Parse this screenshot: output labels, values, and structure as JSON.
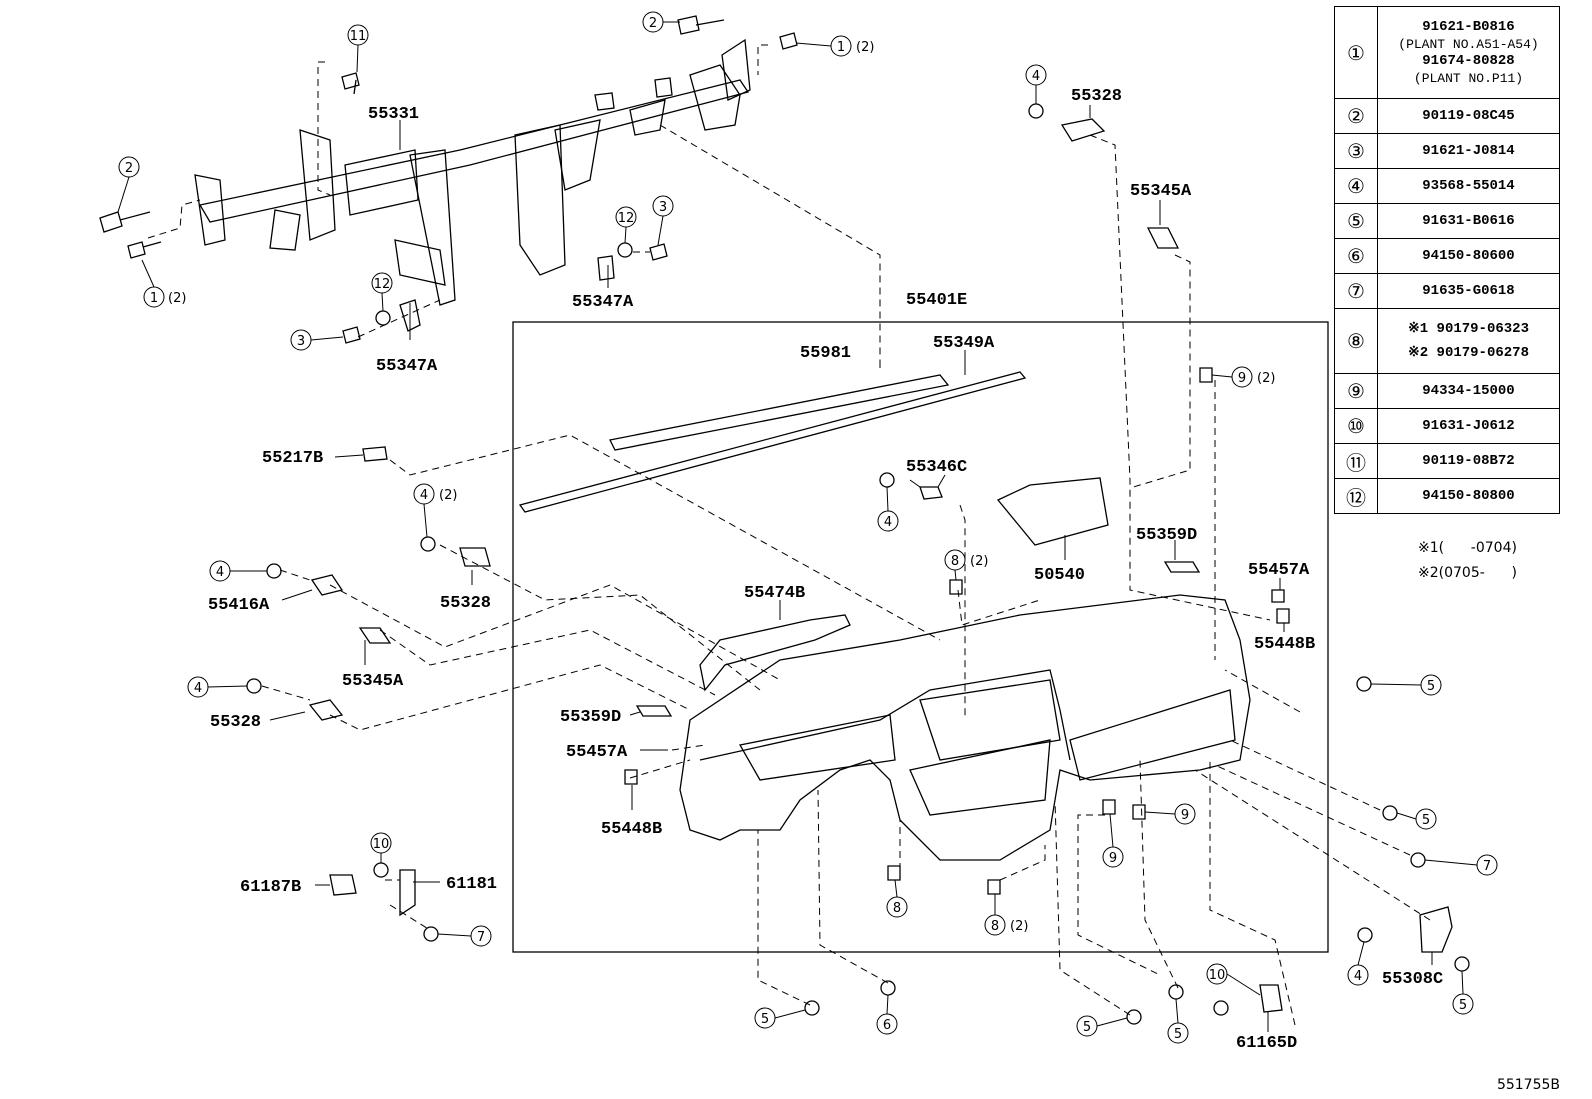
{
  "labels": {
    "l55331": "55331",
    "l55347A_top": "55347A",
    "l55347A_low": "55347A",
    "l55401E": "55401E",
    "l55981": "55981",
    "l55349A": "55349A",
    "l55328_top": "55328",
    "l55345A_top": "55345A",
    "l55217B": "55217B",
    "l55346C": "55346C",
    "l50540": "50540",
    "l55359D_r": "55359D",
    "l55457A_r": "55457A",
    "l55448B_r": "55448B",
    "l55328_mid": "55328",
    "l55416A": "55416A",
    "l55474B": "55474B",
    "l55345A_mid": "55345A",
    "l55328_low": "55328",
    "l55359D_l": "55359D",
    "l55457A_l": "55457A",
    "l55448B_l": "55448B",
    "l61187B": "61187B",
    "l61181": "61181",
    "l55308C": "55308C",
    "l61165D": "61165D"
  },
  "callouts": {
    "c11_top": "11",
    "c2_top": "2",
    "c1_top": "1",
    "c1_top_qty": "(2)",
    "c2_left": "2",
    "c1_left": "1",
    "c1_left_qty": "(2)",
    "c12_a": "12",
    "c3_a": "3",
    "c12_b": "12",
    "c3_b": "3",
    "c4_top": "4",
    "c4_b": "4",
    "c4_b_qty": "(2)",
    "c4_c": "4",
    "c4_d": "4",
    "c4_e": "4",
    "c8_a": "8",
    "c8_a_qty": "(2)",
    "c9_a": "9",
    "c9_a_qty": "(2)",
    "c5_a": "5",
    "c5_b": "5",
    "c7_a": "7",
    "c9_b": "9",
    "c9_c": "9",
    "c8_b": "8",
    "c8_c": "8",
    "c8_c_qty": "(2)",
    "c10_a": "10",
    "c7_b": "7",
    "c4_f": "4",
    "c5_c": "5",
    "c10_b": "10",
    "c5_d": "5",
    "c6_a": "6",
    "c5_e": "5",
    "c5_f": "5"
  },
  "legend": {
    "rows": [
      {
        "key": "①",
        "lines": [
          "91621-B0816",
          "(PLANT NO.A51-A54)",
          "91674-80828",
          "(PLANT NO.P11)"
        ]
      },
      {
        "key": "②",
        "lines": [
          "90119-08C45"
        ]
      },
      {
        "key": "③",
        "lines": [
          "91621-J0814"
        ]
      },
      {
        "key": "④",
        "lines": [
          "93568-55014"
        ]
      },
      {
        "key": "⑤",
        "lines": [
          "91631-B0616"
        ]
      },
      {
        "key": "⑥",
        "lines": [
          "94150-80600"
        ]
      },
      {
        "key": "⑦",
        "lines": [
          "91635-G0618"
        ]
      },
      {
        "key": "⑧",
        "lines": [
          "※1 90179-06323",
          "※2 90179-06278"
        ]
      },
      {
        "key": "⑨",
        "lines": [
          "94334-15000"
        ]
      },
      {
        "key": "⑩",
        "lines": [
          "91631-J0612"
        ]
      },
      {
        "key": "⑪",
        "lines": [
          "90119-08B72"
        ]
      },
      {
        "key": "⑫",
        "lines": [
          "94150-80800"
        ]
      }
    ],
    "notes": [
      "※1(      -0704)",
      "※2(0705-      )"
    ]
  },
  "figure_id": "551755B"
}
